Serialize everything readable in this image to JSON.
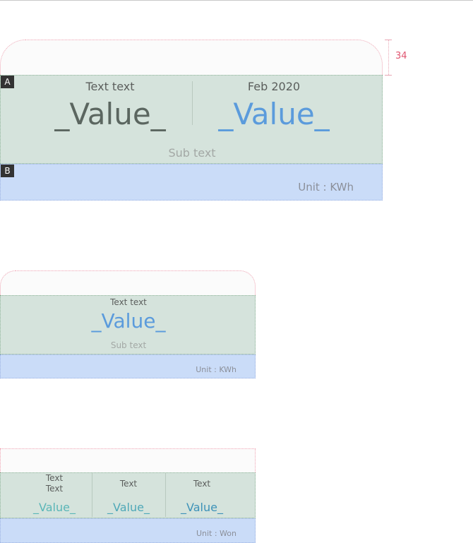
{
  "card_large": {
    "dimension_label": "34",
    "tag_a": "A",
    "tag_b": "B",
    "left_label": "Text text",
    "left_value": "_Value_",
    "right_label": "Feb 2020",
    "right_value": "_Value_",
    "sub_text": "Sub text",
    "unit": "Unit :  KWh"
  },
  "card_single": {
    "label": "Text text",
    "value": "_Value_",
    "sub_text": "Sub text",
    "unit": "Unit :  KWh"
  },
  "card_triple": {
    "col1_label_line1": "Text",
    "col1_label_line2": "Text",
    "col1_value": "_Value_",
    "col2_label": "Text",
    "col2_value": "_Value_",
    "col3_label": "Text",
    "col3_value": "_Value_",
    "unit": "Unit : Won"
  },
  "colors": {
    "zone_a_bg": "#d5e3dc",
    "zone_b_bg": "#cadcf8",
    "value_dark": "#5b6660",
    "value_blue": "#5b9bdc",
    "value_teal_light": "#5ab6b7",
    "value_teal_mid": "#4fa8b8",
    "value_teal_dark": "#3d92b8",
    "dimension_red": "#e05570"
  }
}
